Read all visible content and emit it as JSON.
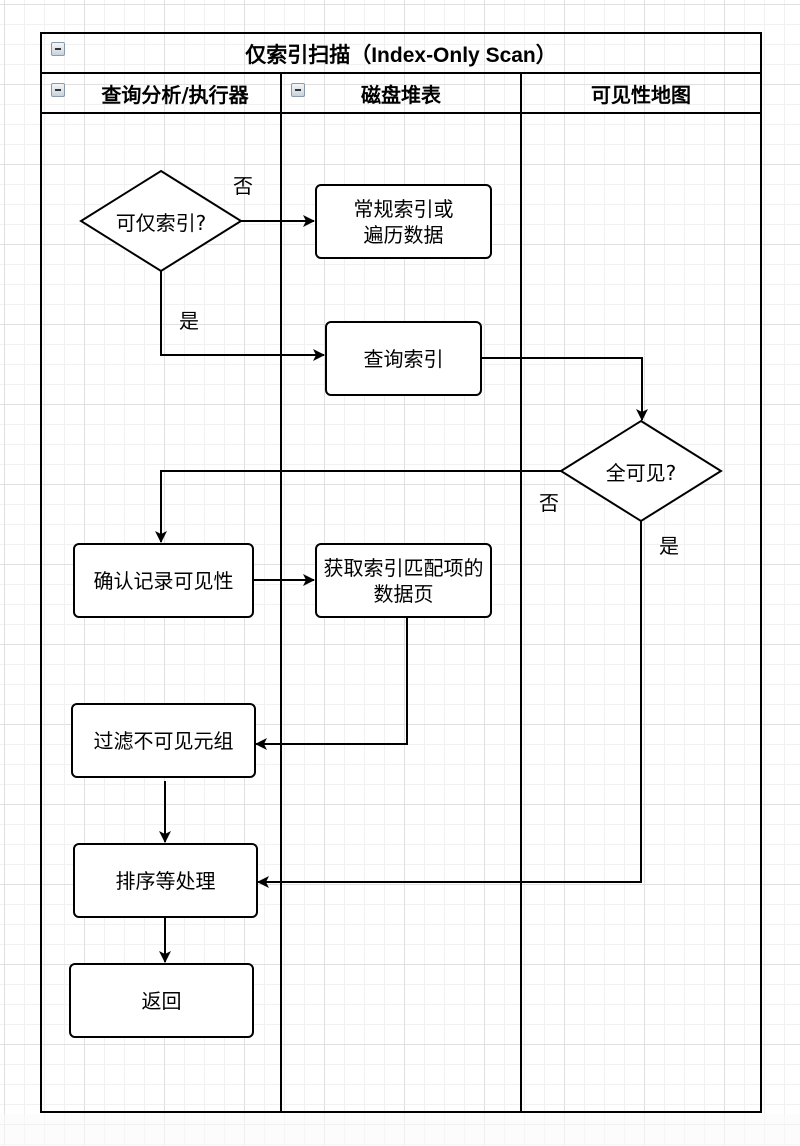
{
  "pool": {
    "title": "仅索引扫描（Index-Only Scan）",
    "lanes": [
      {
        "title": "查询分析/执行器",
        "collapsible": true
      },
      {
        "title": "磁盘堆表",
        "collapsible": true
      },
      {
        "title": "可见性地图",
        "collapsible": false
      }
    ]
  },
  "nodes": {
    "decision_index_only": "可仅索引?",
    "regular_scan": "常规索引或遍历数据",
    "query_index": "查询索引",
    "decision_all_visible": "全可见?",
    "check_visibility": "确认记录可见性",
    "fetch_pages": "获取索引匹配项的数据页",
    "filter_invisible": "过滤不可见元组",
    "sort_process": "排序等处理",
    "return": "返回"
  },
  "edge_labels": {
    "index_only_no": "否",
    "index_only_yes": "是",
    "all_visible_no": "否",
    "all_visible_yes": "是"
  },
  "edges": [
    {
      "from": "decision_index_only",
      "to": "regular_scan",
      "label": "否"
    },
    {
      "from": "decision_index_only",
      "to": "query_index",
      "label": "是"
    },
    {
      "from": "query_index",
      "to": "decision_all_visible"
    },
    {
      "from": "decision_all_visible",
      "to": "check_visibility",
      "label": "否"
    },
    {
      "from": "decision_all_visible",
      "to": "sort_process",
      "label": "是"
    },
    {
      "from": "check_visibility",
      "to": "fetch_pages"
    },
    {
      "from": "fetch_pages",
      "to": "filter_invisible"
    },
    {
      "from": "filter_invisible",
      "to": "sort_process"
    },
    {
      "from": "sort_process",
      "to": "return"
    }
  ]
}
